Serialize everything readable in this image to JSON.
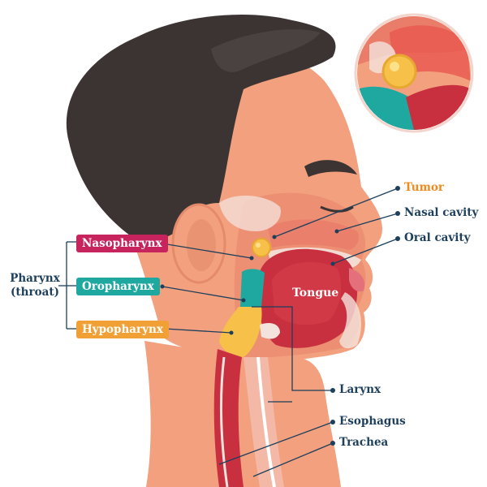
{
  "pharynx": {
    "line1": "Pharynx",
    "line2": "(throat)"
  },
  "sections": {
    "naso": {
      "label": "Nasopharynx",
      "color": "#c7245e"
    },
    "oro": {
      "label": "Oropharynx",
      "color": "#1fa8a0"
    },
    "hypo": {
      "label": "Hypopharynx",
      "color": "#f0a035"
    }
  },
  "labels": {
    "tumor": "Tumor",
    "nasal_cavity": "Nasal cavity",
    "oral_cavity": "Oral cavity",
    "tongue": "Tongue",
    "larynx": "Larynx",
    "esophagus": "Esophagus",
    "trachea": "Trachea"
  },
  "colors": {
    "label_text": "#1d3f5c",
    "tumor_text": "#f08a1e",
    "skin": "#f2a07e",
    "hair": "#3b3433",
    "tumor": "#f6c049"
  }
}
